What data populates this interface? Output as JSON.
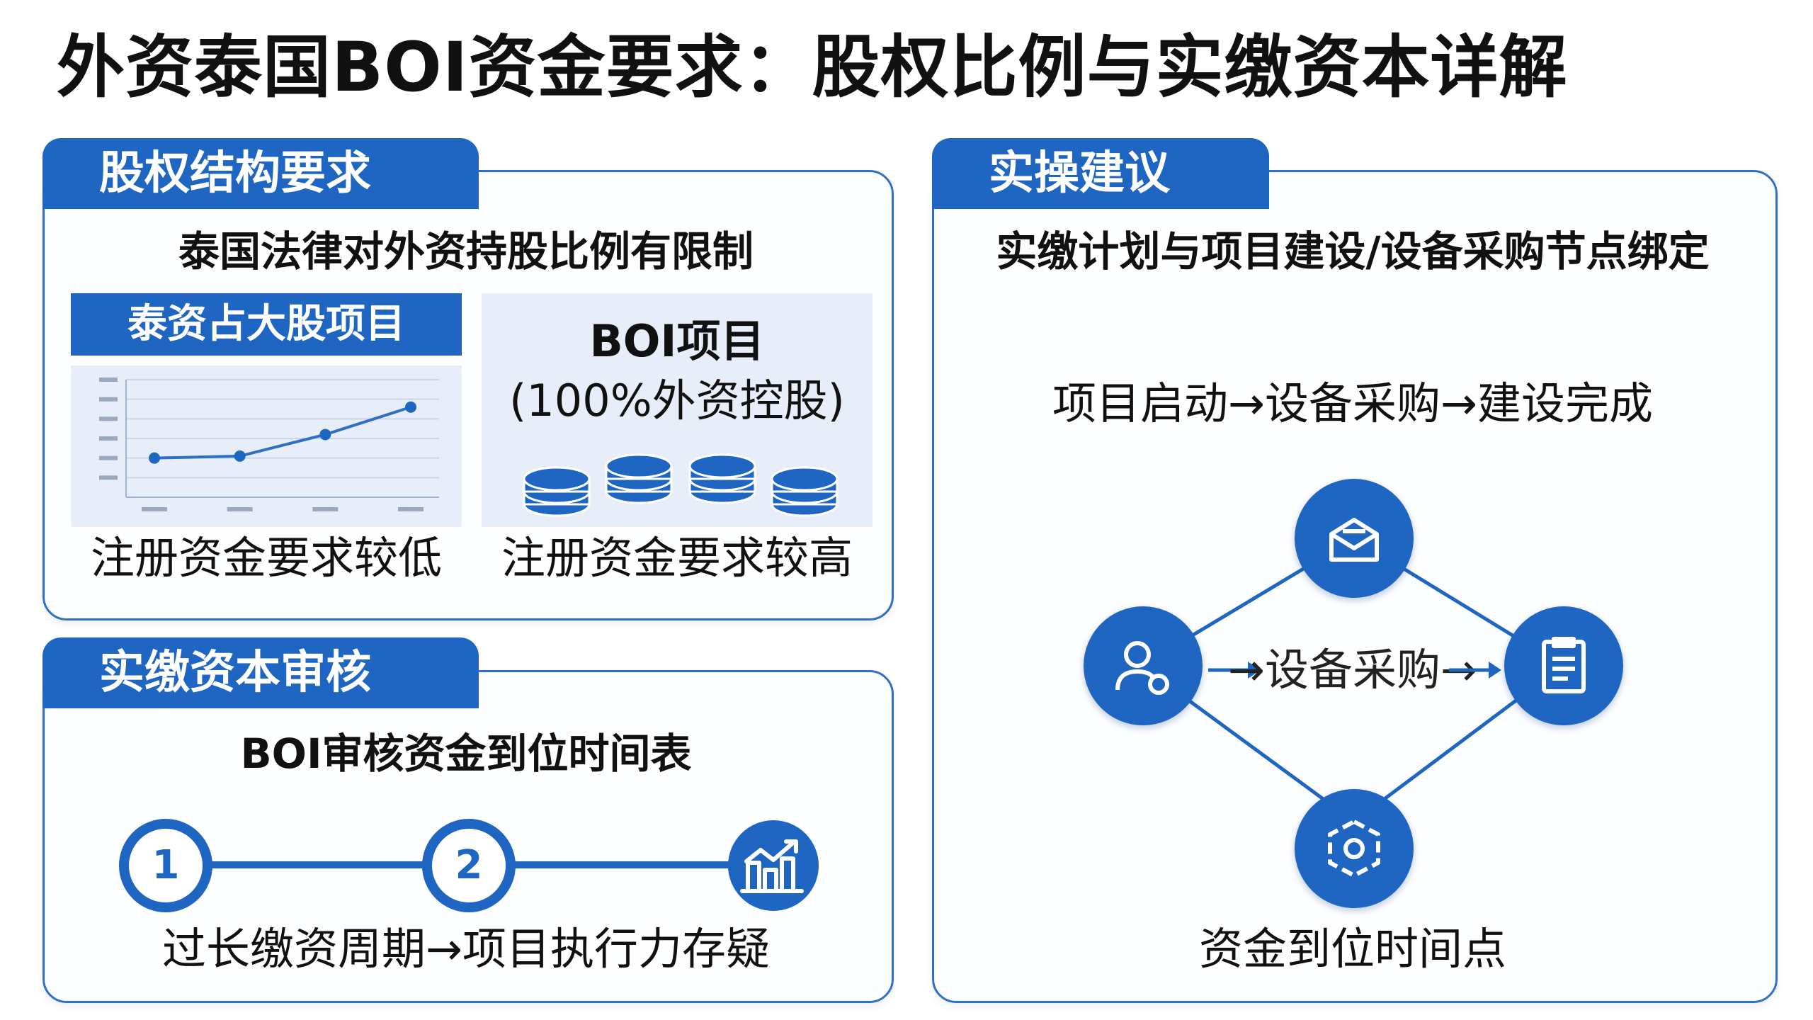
{
  "title": "外资泰国BOI资金要求：股权比例与实缴资本详解",
  "equity": {
    "tab": "股权结构要求",
    "subtitle": "泰国法律对外资持股比例有限制",
    "thai_card": {
      "title": "泰资占大股项目",
      "caption": "注册资金要求较低"
    },
    "boi_card": {
      "title_line1": "BOI项目",
      "title_line2": "(100%外资控股)",
      "caption": "注册资金要求较高"
    }
  },
  "capital": {
    "tab": "实缴资本审核",
    "subtitle": "BOI审核资金到位时间表",
    "steps": [
      "1",
      "2"
    ],
    "caption": "过长缴资周期→项目执行力存疑"
  },
  "advice": {
    "tab": "实操建议",
    "subtitle": "实缴计划与项目建设/设备采购节点绑定",
    "flow": "项目启动→设备采购→建设完成",
    "center_label": "→设备采购→",
    "caption": "资金到位时间点"
  },
  "colors": {
    "accent": "#1f66c2",
    "panel_border": "#2f6fc4",
    "card_bg": "#e7eef9"
  },
  "icons": {
    "step3": "growth-chart-icon",
    "top": "mailbox-icon",
    "left": "user-settings-icon",
    "right": "document-icon",
    "bottom": "gear-cube-icon"
  },
  "chart_data": {
    "type": "line",
    "values": [
      2,
      2.1,
      3.2,
      4.6
    ],
    "ylim": [
      0,
      6
    ]
  }
}
